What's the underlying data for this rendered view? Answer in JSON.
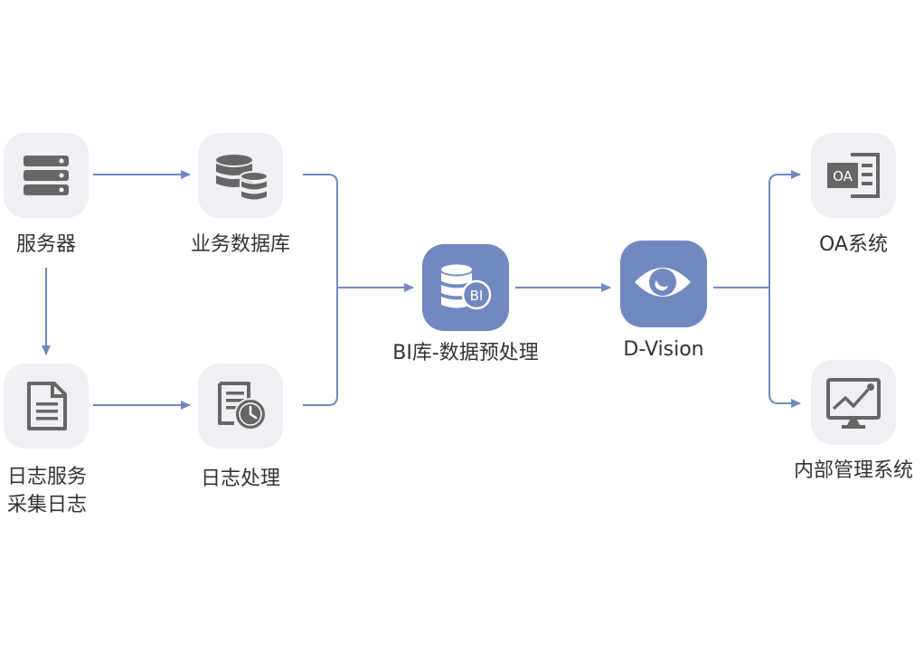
{
  "nodes": {
    "server": "服务器",
    "business_db": "业务数据库",
    "log_service_line1": "日志服务",
    "log_service_line2": "采集日志",
    "log_processing": "日志处理",
    "bi_db": "BI库-数据预处理",
    "bi_badge": "BI",
    "dvision": "D-Vision",
    "oa": "OA系统",
    "oa_badge": "OA",
    "internal": "内部管理系统"
  },
  "colors": {
    "arrow": "#7289c0",
    "node_bg": "#eef0f3",
    "node_highlight": "#7289c0",
    "icon_gray": "#666666",
    "text": "#333333"
  }
}
